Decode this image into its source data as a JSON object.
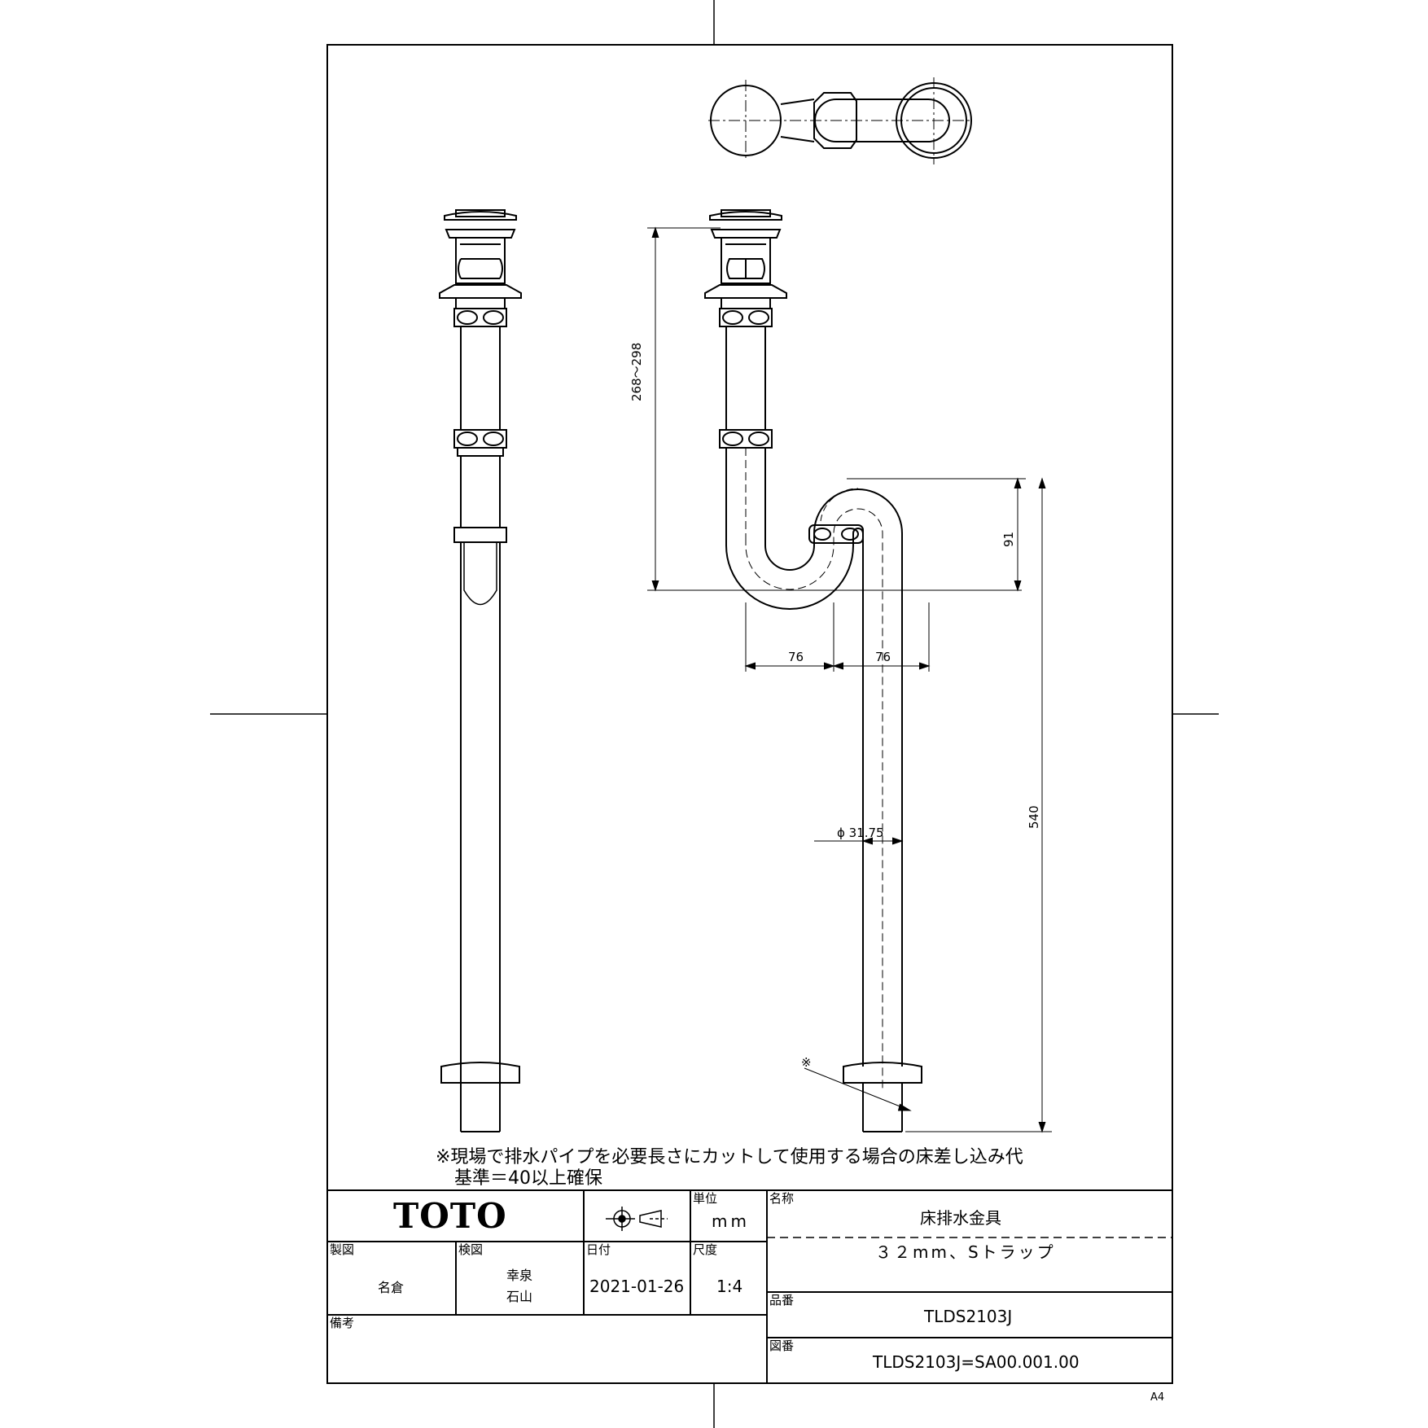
{
  "note": {
    "line1": "※現場で排水パイプを必要長さにカットして使用する場合の床差し込み代",
    "line2": "基準＝40以上確保",
    "marker": "※"
  },
  "dimensions": {
    "height_range": "268～298",
    "trap_height": "91",
    "offset_left": "76",
    "offset_right": "76",
    "pipe_length": "540",
    "diameter": "ϕ 31.75"
  },
  "title_block": {
    "company": "TOTO",
    "unit_label": "単位",
    "unit_value": "mm",
    "name_label": "名称",
    "name_value": "床排水金具",
    "subtitle_value": "３２mm、Sトラップ",
    "drawn_label": "製図",
    "drawn_value": "名倉",
    "checked_label": "検図",
    "checked_value_1": "幸泉",
    "checked_value_2": "石山",
    "date_label": "日付",
    "date_value": "2021-01-26",
    "scale_label": "尺度",
    "scale_value": "1:4",
    "part_label": "品番",
    "part_value": "TLDS2103J",
    "remarks_label": "備考",
    "drawing_label": "図番",
    "drawing_value": "TLDS2103J=SA00.001.00"
  },
  "paper_size": "A4"
}
